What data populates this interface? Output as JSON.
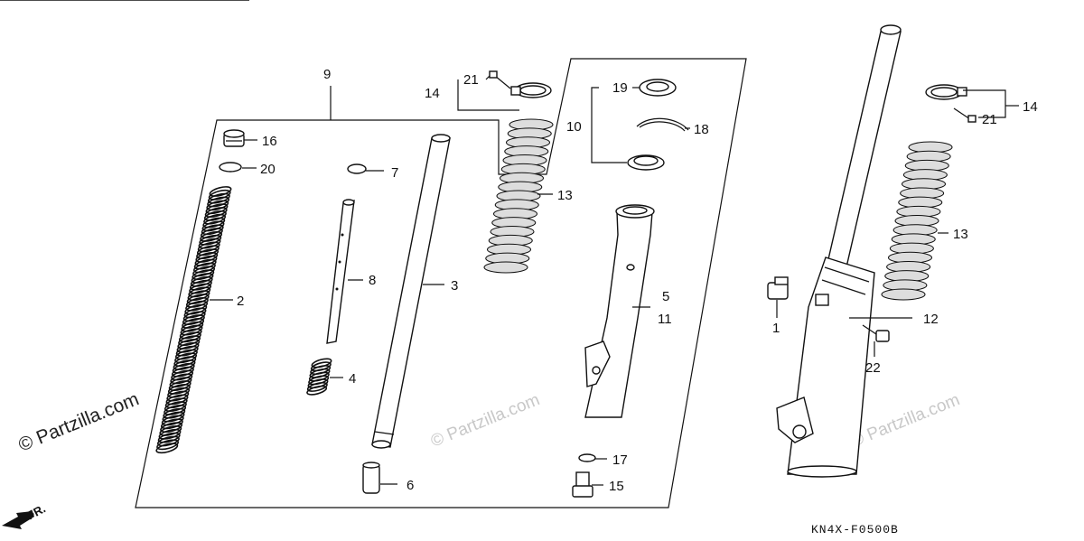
{
  "watermarks": {
    "main": "© Partzilla.com",
    "faint": "© Partzilla.com"
  },
  "diagram_code": "KN4X-F0500B",
  "direction_label": "FR.",
  "callouts": {
    "p1": "1",
    "p2": "2",
    "p3": "3",
    "p4": "4",
    "p5": "5",
    "p6": "6",
    "p7": "7",
    "p8": "8",
    "p9": "9",
    "p10": "10",
    "p11": "11",
    "p12": "12",
    "p13a": "13",
    "p13b": "13",
    "p14a": "14",
    "p14b": "14",
    "p15": "15",
    "p16": "16",
    "p17": "17",
    "p18": "18",
    "p19": "19",
    "p20": "20",
    "p21a": "21",
    "p21b": "21",
    "p22": "22"
  },
  "colors": {
    "ink": "#111111",
    "watermark": "#c8c8c8",
    "background": "#ffffff"
  }
}
